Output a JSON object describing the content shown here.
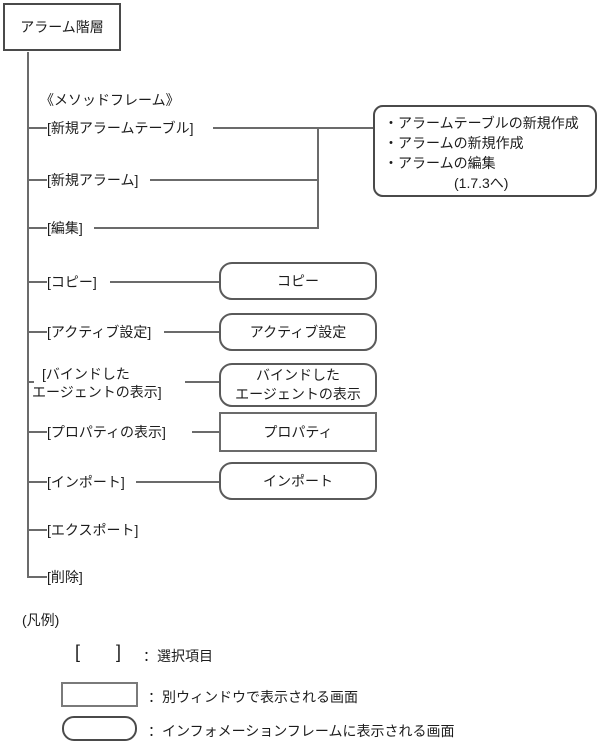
{
  "root": {
    "label": "アラーム階層"
  },
  "frame_label": "《メソッドフレーム》",
  "branches": {
    "new_alarm_table": "[新規アラームテーブル]",
    "new_alarm": "[新規アラーム]",
    "edit": "[編集]",
    "copy": "[コピー]",
    "active_set": "[アクティブ設定]",
    "bound_agents_line1": "[バインドした",
    "bound_agents_line2": "エージェントの表示]",
    "show_properties": "[プロパティの表示]",
    "import": "[インポート]",
    "export": "[エクスポート]",
    "delete": "[削除]"
  },
  "info_box": {
    "line1": "・アラームテーブルの新規作成",
    "line2": "・アラームの新規作成",
    "line3": "・アラームの編集",
    "note": "(1.7.3へ)"
  },
  "screens": {
    "copy": "コピー",
    "active_set": "アクティブ設定",
    "bound_agents_line1": "バインドした",
    "bound_agents_line2": "エージェントの表示",
    "properties": "プロパティ",
    "import": "インポート"
  },
  "legend": {
    "title": "(凡例)",
    "bracket_open": "[",
    "bracket_close": "]",
    "selection": "：選択項目",
    "window": "：別ウィンドウで表示される画面",
    "info_frame": "：インフォメーションフレームに表示される画面"
  }
}
